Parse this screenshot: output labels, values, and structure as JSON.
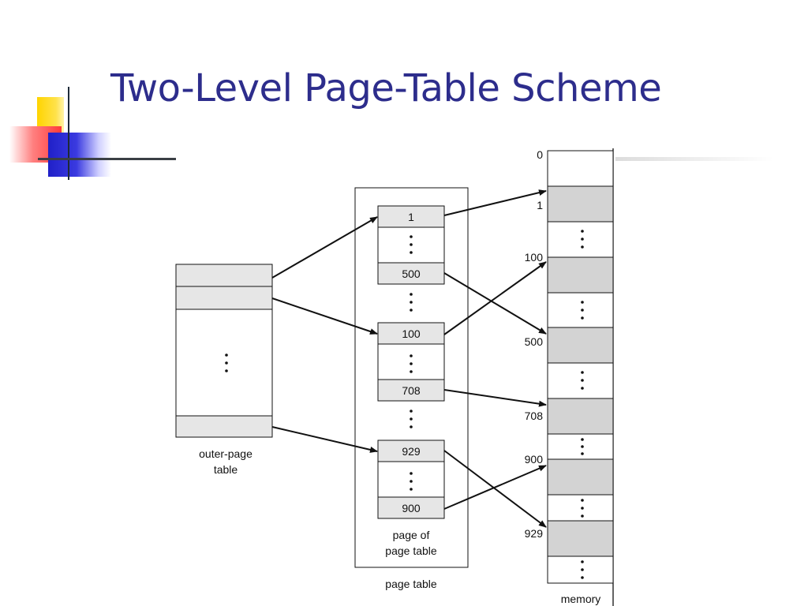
{
  "slide": {
    "title": "Two-Level Page-Table Scheme"
  },
  "outer_table": {
    "label_line1": "outer-page",
    "label_line2": "table"
  },
  "page_table": {
    "outer_label": "page table",
    "inner_label_line1": "page of",
    "inner_label_line2": "page table",
    "groups": [
      {
        "top": "1",
        "bottom": "500"
      },
      {
        "top": "100",
        "bottom": "708"
      },
      {
        "top": "929",
        "bottom": "900"
      }
    ]
  },
  "memory": {
    "label": "memory",
    "frame_labels": [
      "0",
      "1",
      "100",
      "500",
      "708",
      "900",
      "929"
    ]
  },
  "colors": {
    "title": "#2d2d8c",
    "cell_fill": "#e6e6e6",
    "frame_fill": "#d3d3d3",
    "stroke": "#111111"
  }
}
